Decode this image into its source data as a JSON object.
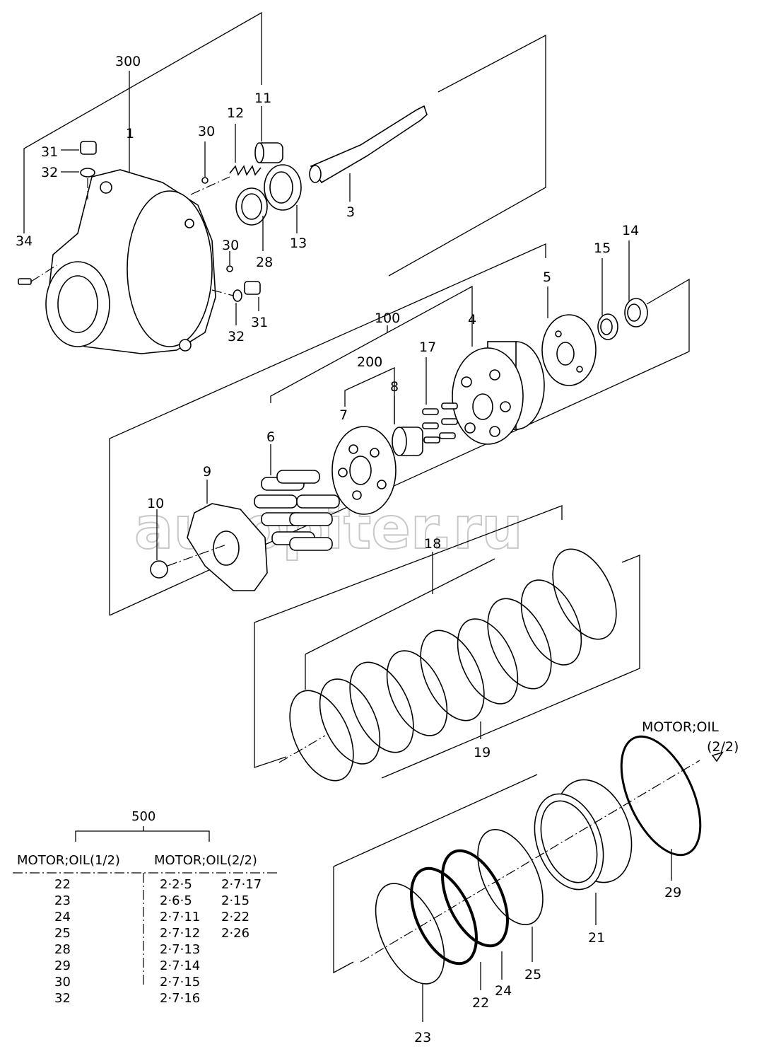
{
  "watermark": "autopiter.ru",
  "labels": {
    "n300": "300",
    "n1": "1",
    "n11": "11",
    "n12": "12",
    "n30a": "30",
    "n31a": "31",
    "n32a": "32",
    "n34": "34",
    "n3": "3",
    "n13": "13",
    "n28": "28",
    "n30b": "30",
    "n31b": "31",
    "n32b": "32",
    "n15": "15",
    "n14": "14",
    "n5": "5",
    "n100": "100",
    "n4": "4",
    "n17": "17",
    "n200": "200",
    "n8": "8",
    "n7": "7",
    "n6": "6",
    "n9": "9",
    "n10": "10",
    "n18": "18",
    "n19": "19",
    "n21": "21",
    "n22": "22",
    "n23": "23",
    "n24": "24",
    "n25": "25",
    "n29": "29",
    "ref_top": "MOTOR;OIL",
    "ref_bottom": "(2/2)"
  },
  "table": {
    "title": "500",
    "left_header": "MOTOR;OIL(1/2)",
    "right_header": "MOTOR;OIL(2/2)",
    "left_items": [
      "22",
      "23",
      "24",
      "25",
      "28",
      "29",
      "30",
      "32"
    ],
    "mid_items": [
      "2·2·5",
      "2·6·5",
      "2·7·11",
      "2·7·12",
      "2·7·13",
      "2·7·14",
      "2·7·15",
      "2·7·16"
    ],
    "right_items": [
      "2·7·17",
      "2·15",
      "2·22",
      "2·26"
    ]
  }
}
